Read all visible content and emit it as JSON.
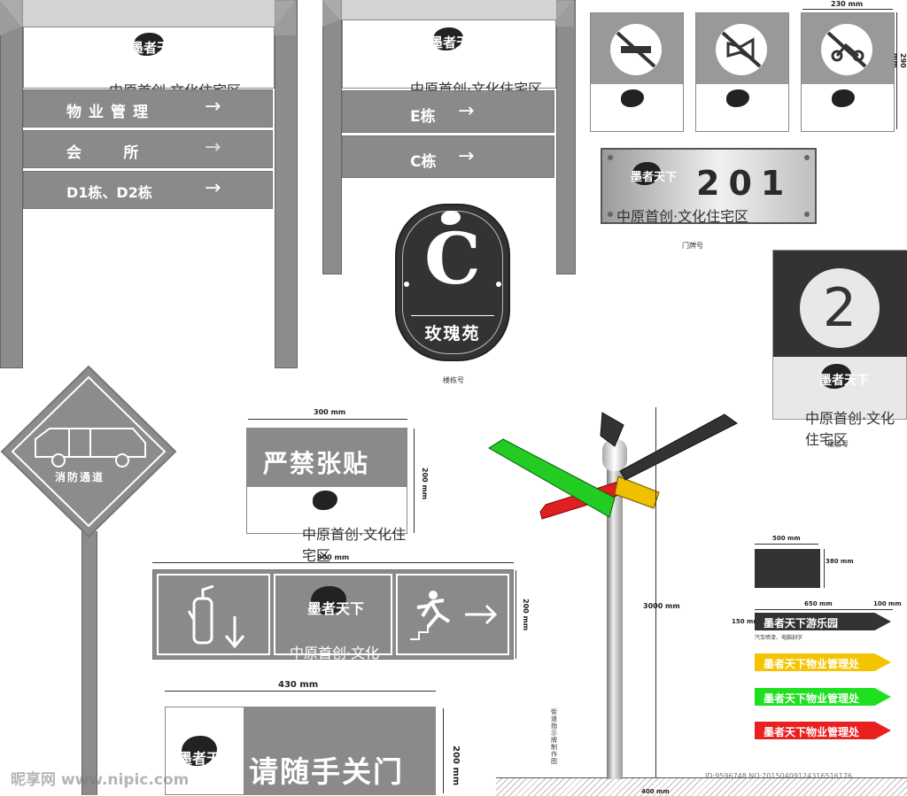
{
  "logo": {
    "calligraphy": "墨者天下",
    "subtitle": "中原首创·文化住宅区"
  },
  "directory_sign_1": {
    "rows": [
      "物业管理",
      "会        所",
      "D1栋、D2栋"
    ],
    "arrow": "→"
  },
  "directory_sign_2": {
    "rows": [
      "E栋",
      "C栋"
    ],
    "arrow": "→"
  },
  "prohibition_signs": [
    {
      "icon": "no-smoking-icon"
    },
    {
      "icon": "no-honking-icon"
    },
    {
      "icon": "no-motorcycle-icon"
    }
  ],
  "prohibition_width": "230 mm",
  "prohibition_height": "290 mm",
  "door_plate": {
    "number": "201",
    "caption": "门牌号"
  },
  "building_badge": {
    "letter": "C",
    "name": "玫瑰苑",
    "caption": "楼栋号"
  },
  "floor_sign": {
    "number": "2",
    "caption": "楼层号"
  },
  "fire_lane": {
    "label": "消防通道"
  },
  "no_posting": {
    "text": "严禁张贴",
    "width": "300 mm",
    "height": "200 mm"
  },
  "evac_sign": {
    "width": "900 mm",
    "height": "200 mm"
  },
  "close_door": {
    "text": "请随手关门",
    "width": "430 mm",
    "height": "200 mm"
  },
  "signpost": {
    "height": "3000 mm",
    "base": "400 mm",
    "caption": "街道指示牌制作图"
  },
  "strips": {
    "box_width": "500 mm",
    "box_height": "380 mm",
    "strip_width": "650 mm",
    "strip_tip": "100 mm",
    "strip_height": "150 mm",
    "items": [
      {
        "text": "墨者天下游乐园",
        "color": "#333333",
        "text_color": "#ffffff"
      },
      {
        "text": "墨者天下物业管理处",
        "color": "#f5c400",
        "text_color": "#ffffff"
      },
      {
        "text": "墨者天下物业管理处",
        "color": "#1ee01e",
        "text_color": "#ffffff"
      },
      {
        "text": "墨者天下物业管理处",
        "color": "#e82020",
        "text_color": "#ffffff"
      }
    ],
    "note": "汽车喷漆、电脑刻字"
  },
  "watermark": {
    "site": "昵享网 www.nipic.com",
    "id": "ID:9596748 NO:20150409124316516176"
  }
}
